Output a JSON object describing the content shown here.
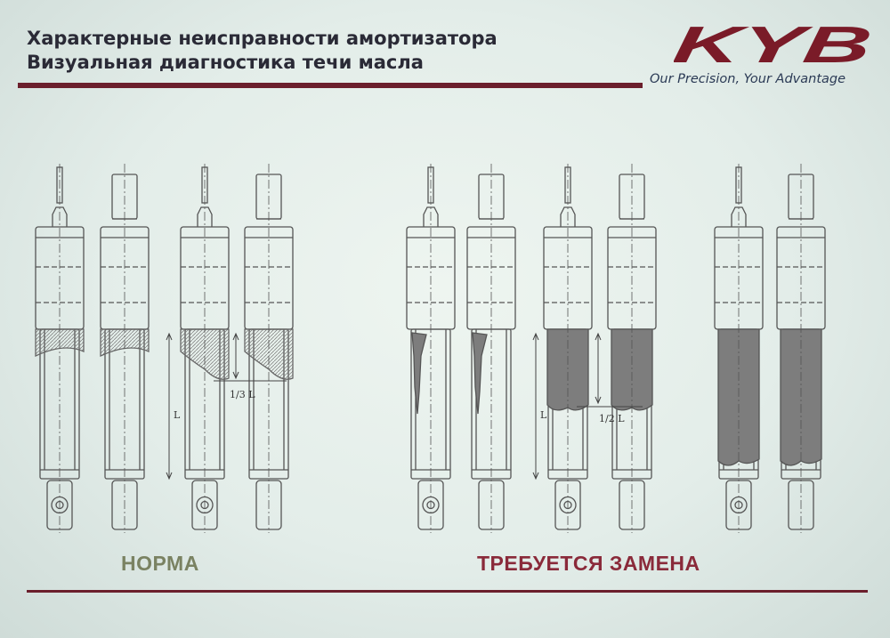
{
  "slide": {
    "title_line1": "Характерные неисправности амортизатора",
    "title_line2": "Визуальная диагностика течи масла",
    "logo_text": "KYB",
    "slogan": "Our Precision, Your Advantage",
    "label_normal": "НОРМА",
    "label_replace": "ТРЕБУЕТСЯ ЗАМЕНА"
  },
  "diagram": {
    "dim_L": "L",
    "dim_third": "1/3 L",
    "dim_half": "1/2 L"
  },
  "colors": {
    "brand": "#6b1f2c",
    "normal_label": "#7a8262",
    "replace_label": "#8a2a3a",
    "leak_fill": "#7d7d7d"
  }
}
